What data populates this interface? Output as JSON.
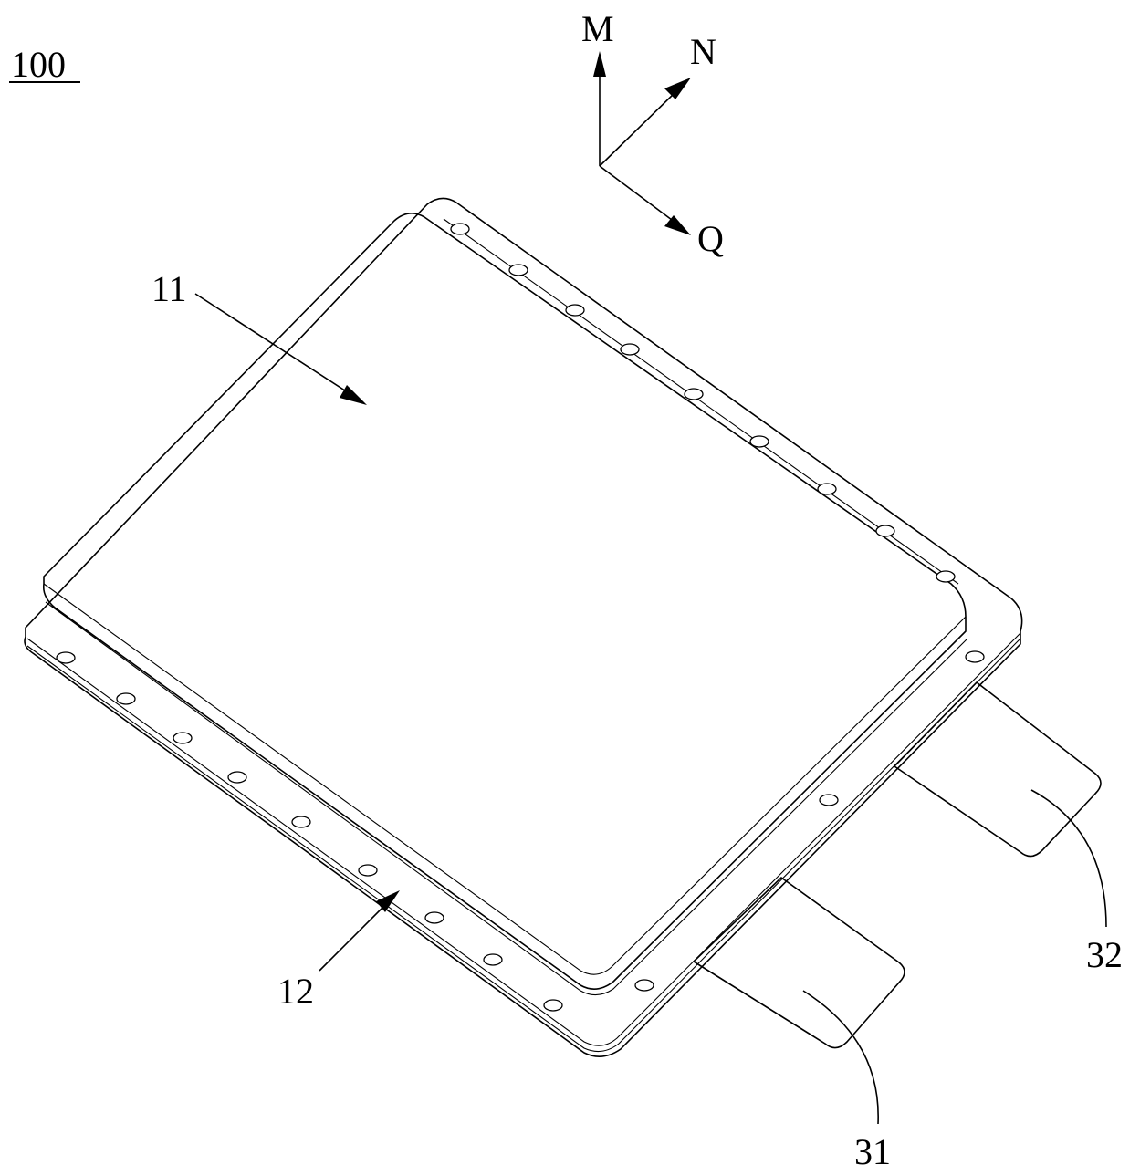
{
  "figure": {
    "figure_number": "100",
    "axes": {
      "m_label": "M",
      "n_label": "N",
      "q_label": "Q"
    },
    "callouts": {
      "c11": "11",
      "c12": "12",
      "c31": "31",
      "c32": "32"
    }
  }
}
